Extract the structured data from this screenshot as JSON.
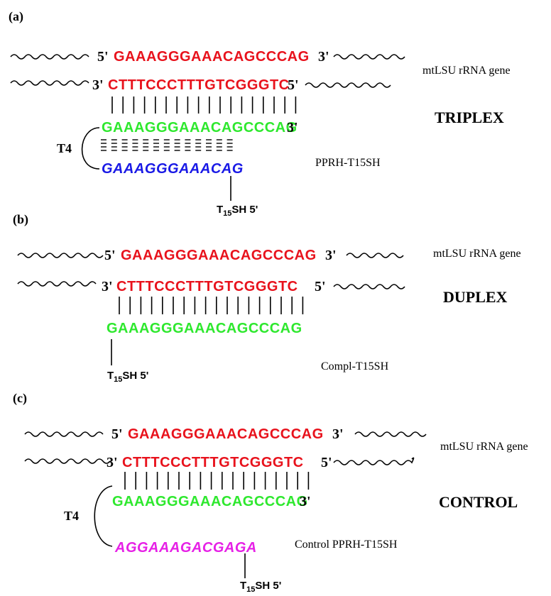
{
  "colors": {
    "target_strand": "#e8121c",
    "complement_strand": "#2ee82e",
    "triplex_strand": "#1a1ae6",
    "control_strand": "#e621e6",
    "text": "#000000"
  },
  "panels": {
    "a": {
      "label": "(a)",
      "top_5_end": "5'",
      "top_seq": "GAAAGGGAAACAGCCCAG",
      "top_3_end": "3'",
      "gene_label": "mtLSU rRNA gene",
      "bottom_3_end": "3'",
      "bottom_seq": "CTTTCCCTTTGTCGGGTC",
      "bottom_5_end": "5'",
      "hairpin_seq": "GAAAGGGAAACAGCCCAG",
      "hairpin_3_end": "3'",
      "loop_label": "T4",
      "triplex_seq": "GAAAGGGAAACAG",
      "probe_label": "PPRH-T15SH",
      "type_label": "TRIPLEX",
      "tail_T": "T",
      "tail_sub": "15",
      "tail_rest": "SH 5'"
    },
    "b": {
      "label": "(b)",
      "top_5_end": "5'",
      "top_seq": "GAAAGGGAAACAGCCCAG",
      "top_3_end": "3'",
      "gene_label": "mtLSU rRNA gene",
      "bottom_3_end": "3'",
      "bottom_seq": "CTTTCCCTTTGTCGGGTC",
      "bottom_5_end": "5'",
      "probe_seq": "GAAAGGGAAACAGCCCAG",
      "type_label": "DUPLEX",
      "probe_label": "Compl-T15SH",
      "tail_T": "T",
      "tail_sub": "15",
      "tail_rest": "SH 5'"
    },
    "c": {
      "label": "(c)",
      "top_5_end": "5'",
      "top_seq": "GAAAGGGAAACAGCCCAG",
      "top_3_end": "3'",
      "gene_label": "mtLSU rRNA gene",
      "bottom_3_end": "3'",
      "bottom_seq": "CTTTCCCTTTGTCGGGTC",
      "bottom_5_end": "5'",
      "hairpin_seq": "GAAAGGGAAACAGCCCAG",
      "hairpin_3_end": "3'",
      "type_label": "CONTROL",
      "loop_label": "T4",
      "control_seq": "AGGAAAGACGAGA",
      "probe_label": "Control PPRH-T15SH",
      "tail_T": "T",
      "tail_sub": "15",
      "tail_rest": "SH 5'"
    }
  }
}
